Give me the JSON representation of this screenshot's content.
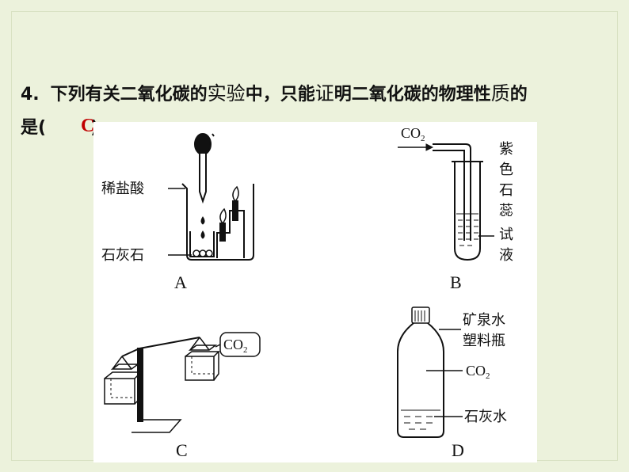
{
  "question": {
    "number": "4.",
    "text_line1_a": "下列有关二氧化碳的",
    "text_line1_b": "实验",
    "text_line1_c": "中，只能",
    "text_line1_d": "证",
    "text_line1_e": "明二氧化碳的物理性",
    "text_line1_f": "质",
    "text_line1_g": "的",
    "text_line2_a": "是(",
    "text_line2_b": ")"
  },
  "answer": "C",
  "figures": {
    "a": {
      "caption": "A",
      "label_acid": "稀盐酸",
      "label_stone": "石灰石"
    },
    "b": {
      "caption": "B",
      "gas": "CO",
      "gas_sub": "2",
      "label_chars": [
        "紫",
        "色",
        "石",
        "蕊",
        "试",
        "液"
      ]
    },
    "c": {
      "caption": "C",
      "gas": "CO",
      "gas_sub": "2"
    },
    "d": {
      "caption": "D",
      "label_bottle_1": "矿泉水",
      "label_bottle_2": "塑料瓶",
      "gas": "CO",
      "gas_sub": "2",
      "label_water": "石灰水"
    }
  }
}
